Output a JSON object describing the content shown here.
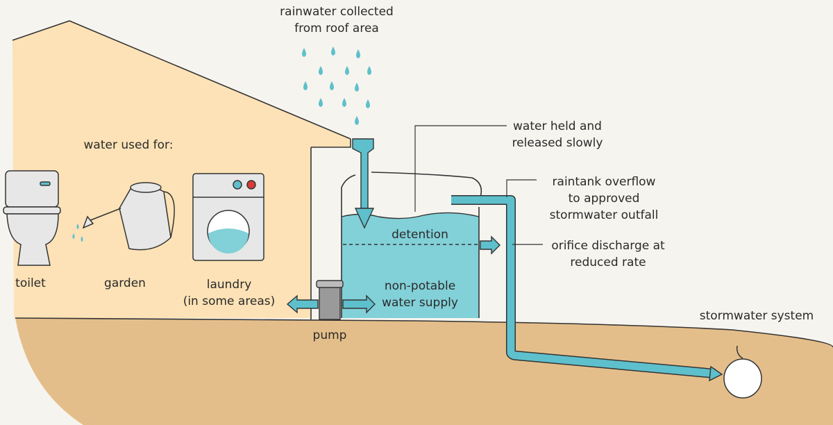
{
  "labels": {
    "rain": "rainwater collected\nfrom roof area",
    "water_used_for": "water used for:",
    "toilet": "toilet",
    "garden": "garden",
    "laundry": "laundry\n(in some areas)",
    "pump": "pump",
    "detention": "detention",
    "non_potable": "non-potable\nwater supply",
    "water_held": "water held and\nreleased slowly",
    "overflow": "raintank overflow\nto approved\nstormwater outfall",
    "orifice": "orifice discharge at\nreduced rate",
    "stormwater_system": "stormwater system"
  },
  "colors": {
    "house": "#fce2b6",
    "ground": "#e4be8a",
    "water": "#82d0d8",
    "pipe": "#5ec0cc",
    "appliance": "#e7e7e7",
    "outline": "#333333"
  }
}
